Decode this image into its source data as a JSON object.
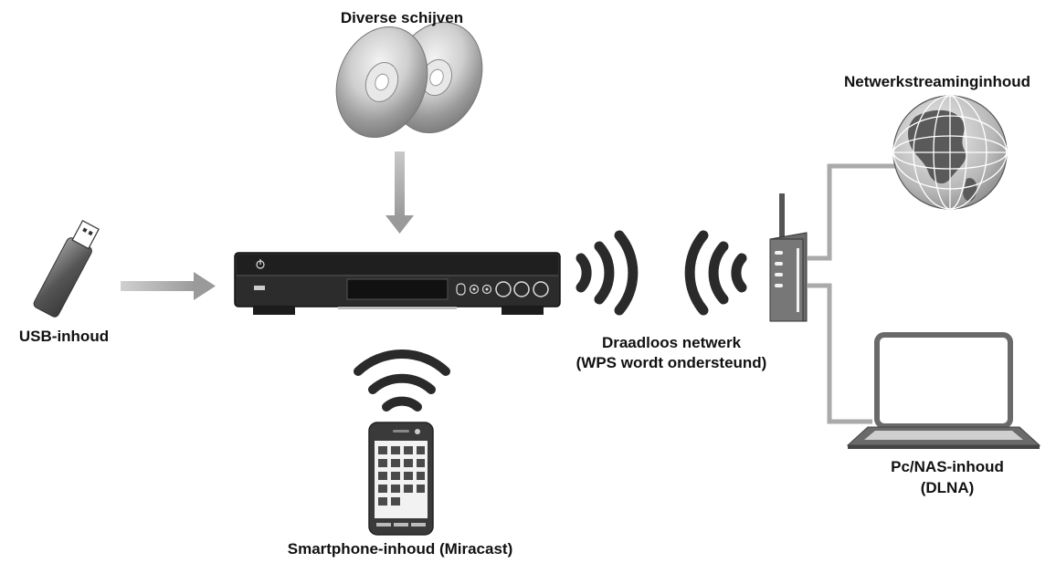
{
  "labels": {
    "discs": "Diverse schijven",
    "usb": "USB-inhoud",
    "smartphone": "Smartphone-inhoud (Miracast)",
    "wireless_line1": "Draadloos netwerk",
    "wireless_line2": "(WPS wordt ondersteund)",
    "streaming": "Netwerkstreaminginhoud",
    "pc_line1": "Pc/NAS-inhoud",
    "pc_line2": "(DLNA)"
  },
  "icons": {
    "discs": "disc-icon",
    "usb": "usb-stick-icon",
    "player": "blu-ray-player-icon",
    "smartphone": "smartphone-icon",
    "router": "wireless-router-icon",
    "globe": "globe-icon",
    "laptop": "laptop-icon",
    "wifi": "wifi-signal-icon"
  },
  "colors": {
    "line": "#aaaaaa",
    "arrow": "#a8a8a8",
    "device_dark": "#2a2a2a",
    "text": "#111111"
  }
}
